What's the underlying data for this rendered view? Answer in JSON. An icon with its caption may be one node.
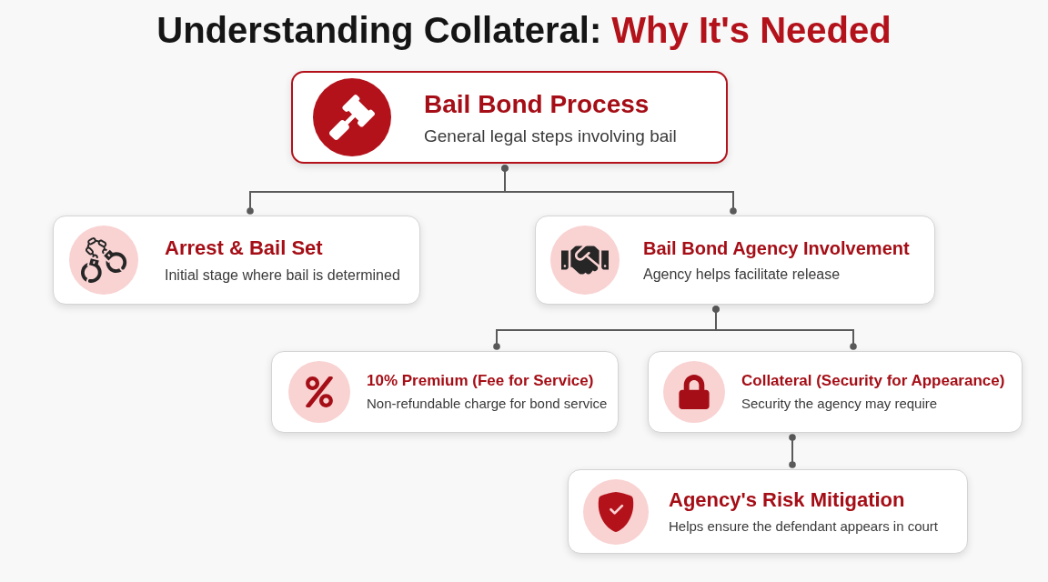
{
  "diagram": {
    "title": "Understanding Collateral: **Why It's Needed**",
    "nodes": [
      {
        "text": [
          "Bail Bond Process",
          "General legal steps involving bail"
        ]
      },
      {
        "text": [
          "Arrest & Bail Set",
          "Initial stage where bail is determined"
        ]
      },
      {
        "text": [
          "Bail Bond Agency Involvement",
          "Agency helps facilitate release"
        ]
      },
      {
        "text": [
          "10% Premium (Fee for Service)",
          "Non-refundable charge for bond service"
        ]
      },
      {
        "text": [
          "Collateral (Security for Appearance)",
          "Security the agency may require"
        ]
      },
      {
        "text": [
          "Agency's Risk Mitigation",
          "Helps ensure the defendant appears in court"
        ]
      }
    ],
    "edges": [
      {
        "from": 0,
        "to": 1,
        "arrow": "other"
      },
      {
        "from": 0,
        "to": 2,
        "arrow": "other"
      },
      {
        "from": 2,
        "to": 3,
        "arrow": "other"
      },
      {
        "from": 2,
        "to": 4,
        "arrow": "other"
      },
      {
        "from": 4,
        "to": 5,
        "arrow": "other"
      }
    ]
  }
}
